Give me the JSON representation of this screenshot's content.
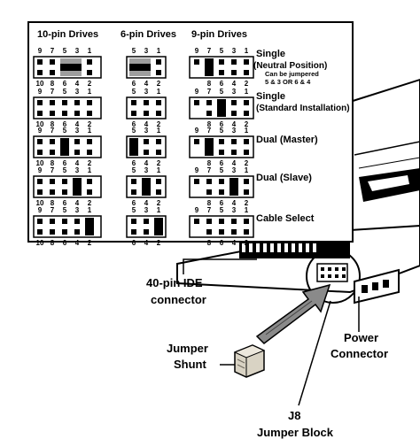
{
  "headers": [
    "10-pin Drives",
    "6-pin Drives",
    "9-pin Drives"
  ],
  "pins": {
    "ten_top": [
      "9",
      "7",
      "5",
      "3",
      "1"
    ],
    "ten_bottom": [
      "10",
      "8",
      "6",
      "4",
      "2"
    ],
    "six_top": [
      "5",
      "3",
      "1"
    ],
    "six_bottom": [
      "6",
      "4",
      "2"
    ],
    "nine_top": [
      "9",
      "7",
      "5",
      "3",
      "1"
    ],
    "nine_bottom": [
      "8",
      "6",
      "4",
      "2"
    ]
  },
  "configs": [
    {
      "label": "Single",
      "sublabel": "(Neutral Position)",
      "note1": "Can be jumpered",
      "note2": "5 & 3 OR 6 & 4"
    },
    {
      "label": "Single",
      "sublabel": "(Standard Installation)",
      "note1": "",
      "note2": ""
    },
    {
      "label": "Dual (Master)",
      "sublabel": "",
      "note1": "",
      "note2": ""
    },
    {
      "label": "Dual (Slave)",
      "sublabel": "",
      "note1": "",
      "note2": ""
    },
    {
      "label": "Cable Select",
      "sublabel": "",
      "note1": "",
      "note2": ""
    }
  ],
  "callouts": {
    "ide_line1": "40-pin IDE",
    "ide_line2": "connector",
    "power_line1": "Power",
    "power_line2": "Connector",
    "shunt_line1": "Jumper",
    "shunt_line2": "Shunt",
    "j8_line1": "J8",
    "j8_line2": "Jumper Block"
  }
}
